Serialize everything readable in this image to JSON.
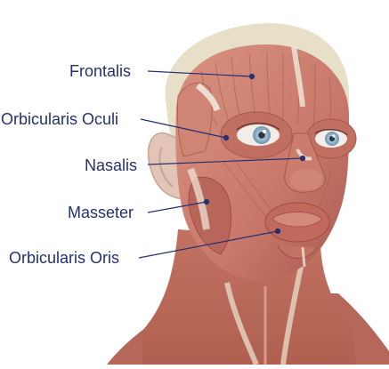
{
  "labels": [
    {
      "id": "frontalis",
      "text": "Frontalis"
    },
    {
      "id": "orbicularis-oculi",
      "text": "Orbicularis Oculi"
    },
    {
      "id": "nasalis",
      "text": "Nasalis"
    },
    {
      "id": "masseter",
      "text": "Masseter"
    },
    {
      "id": "orbicularis-oris",
      "text": "Orbicularis Oris"
    }
  ],
  "colors": {
    "label_text": "#26306e",
    "leader_line": "#26306e",
    "muscle": "#c8786a",
    "muscle_dark": "#9e4c43",
    "tendon": "#ece4d4",
    "iris": "#8fb2c7",
    "background": "#ffffff"
  }
}
